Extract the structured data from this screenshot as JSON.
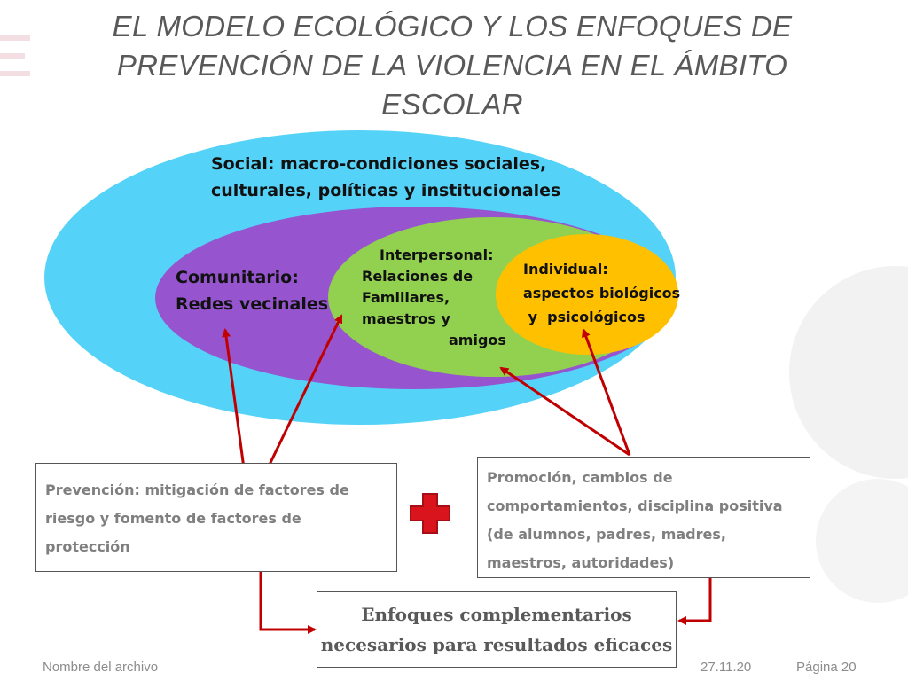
{
  "title": {
    "line1": "EL MODELO ECOLÓGICO Y LOS ENFOQUES DE",
    "line2": "PREVENCIÓN DE LA VIOLENCIA EN EL ÁMBITO",
    "line3": "ESCOLAR"
  },
  "levels": {
    "social": {
      "line1": "Social: macro-condiciones sociales,",
      "line2": "culturales, políticas y institucionales",
      "color": "#55d2f8"
    },
    "comunitario": {
      "line1": "Comunitario:",
      "line2": "Redes vecinales",
      "color": "#9655cf"
    },
    "interpersonal": {
      "line1": "Interpersonal:",
      "line2": "Relaciones de",
      "line3": "Familiares,",
      "line4": "maestros  y",
      "line5": "amigos",
      "color": "#92d050"
    },
    "individual": {
      "line1": "Individual:",
      "line2": "aspectos biológicos",
      "line3": " y  psicológicos",
      "color": "#ffc000"
    }
  },
  "boxes": {
    "prevencion": {
      "line1": "Prevención: mitigación de factores de",
      "line2": "riesgo y fomento de factores de",
      "line3": "protección"
    },
    "promocion": {
      "line1": "Promoción, cambios de",
      "line2": "comportamientos, disciplina positiva",
      "line3": "(de alumnos, padres, madres,",
      "line4": "maestros, autoridades)"
    },
    "enfoques": {
      "line1": "Enfoques complementarios",
      "line2": "necesarios para resultados eficaces"
    }
  },
  "colors": {
    "arrow": "#c00000",
    "plus_fill": "#d9141c",
    "box_text": "#7f7f7f"
  },
  "icons": {
    "plus": "plus-icon"
  },
  "footer": {
    "file": "Nombre del archivo",
    "date": "27.11.20",
    "page": "Página 20"
  }
}
